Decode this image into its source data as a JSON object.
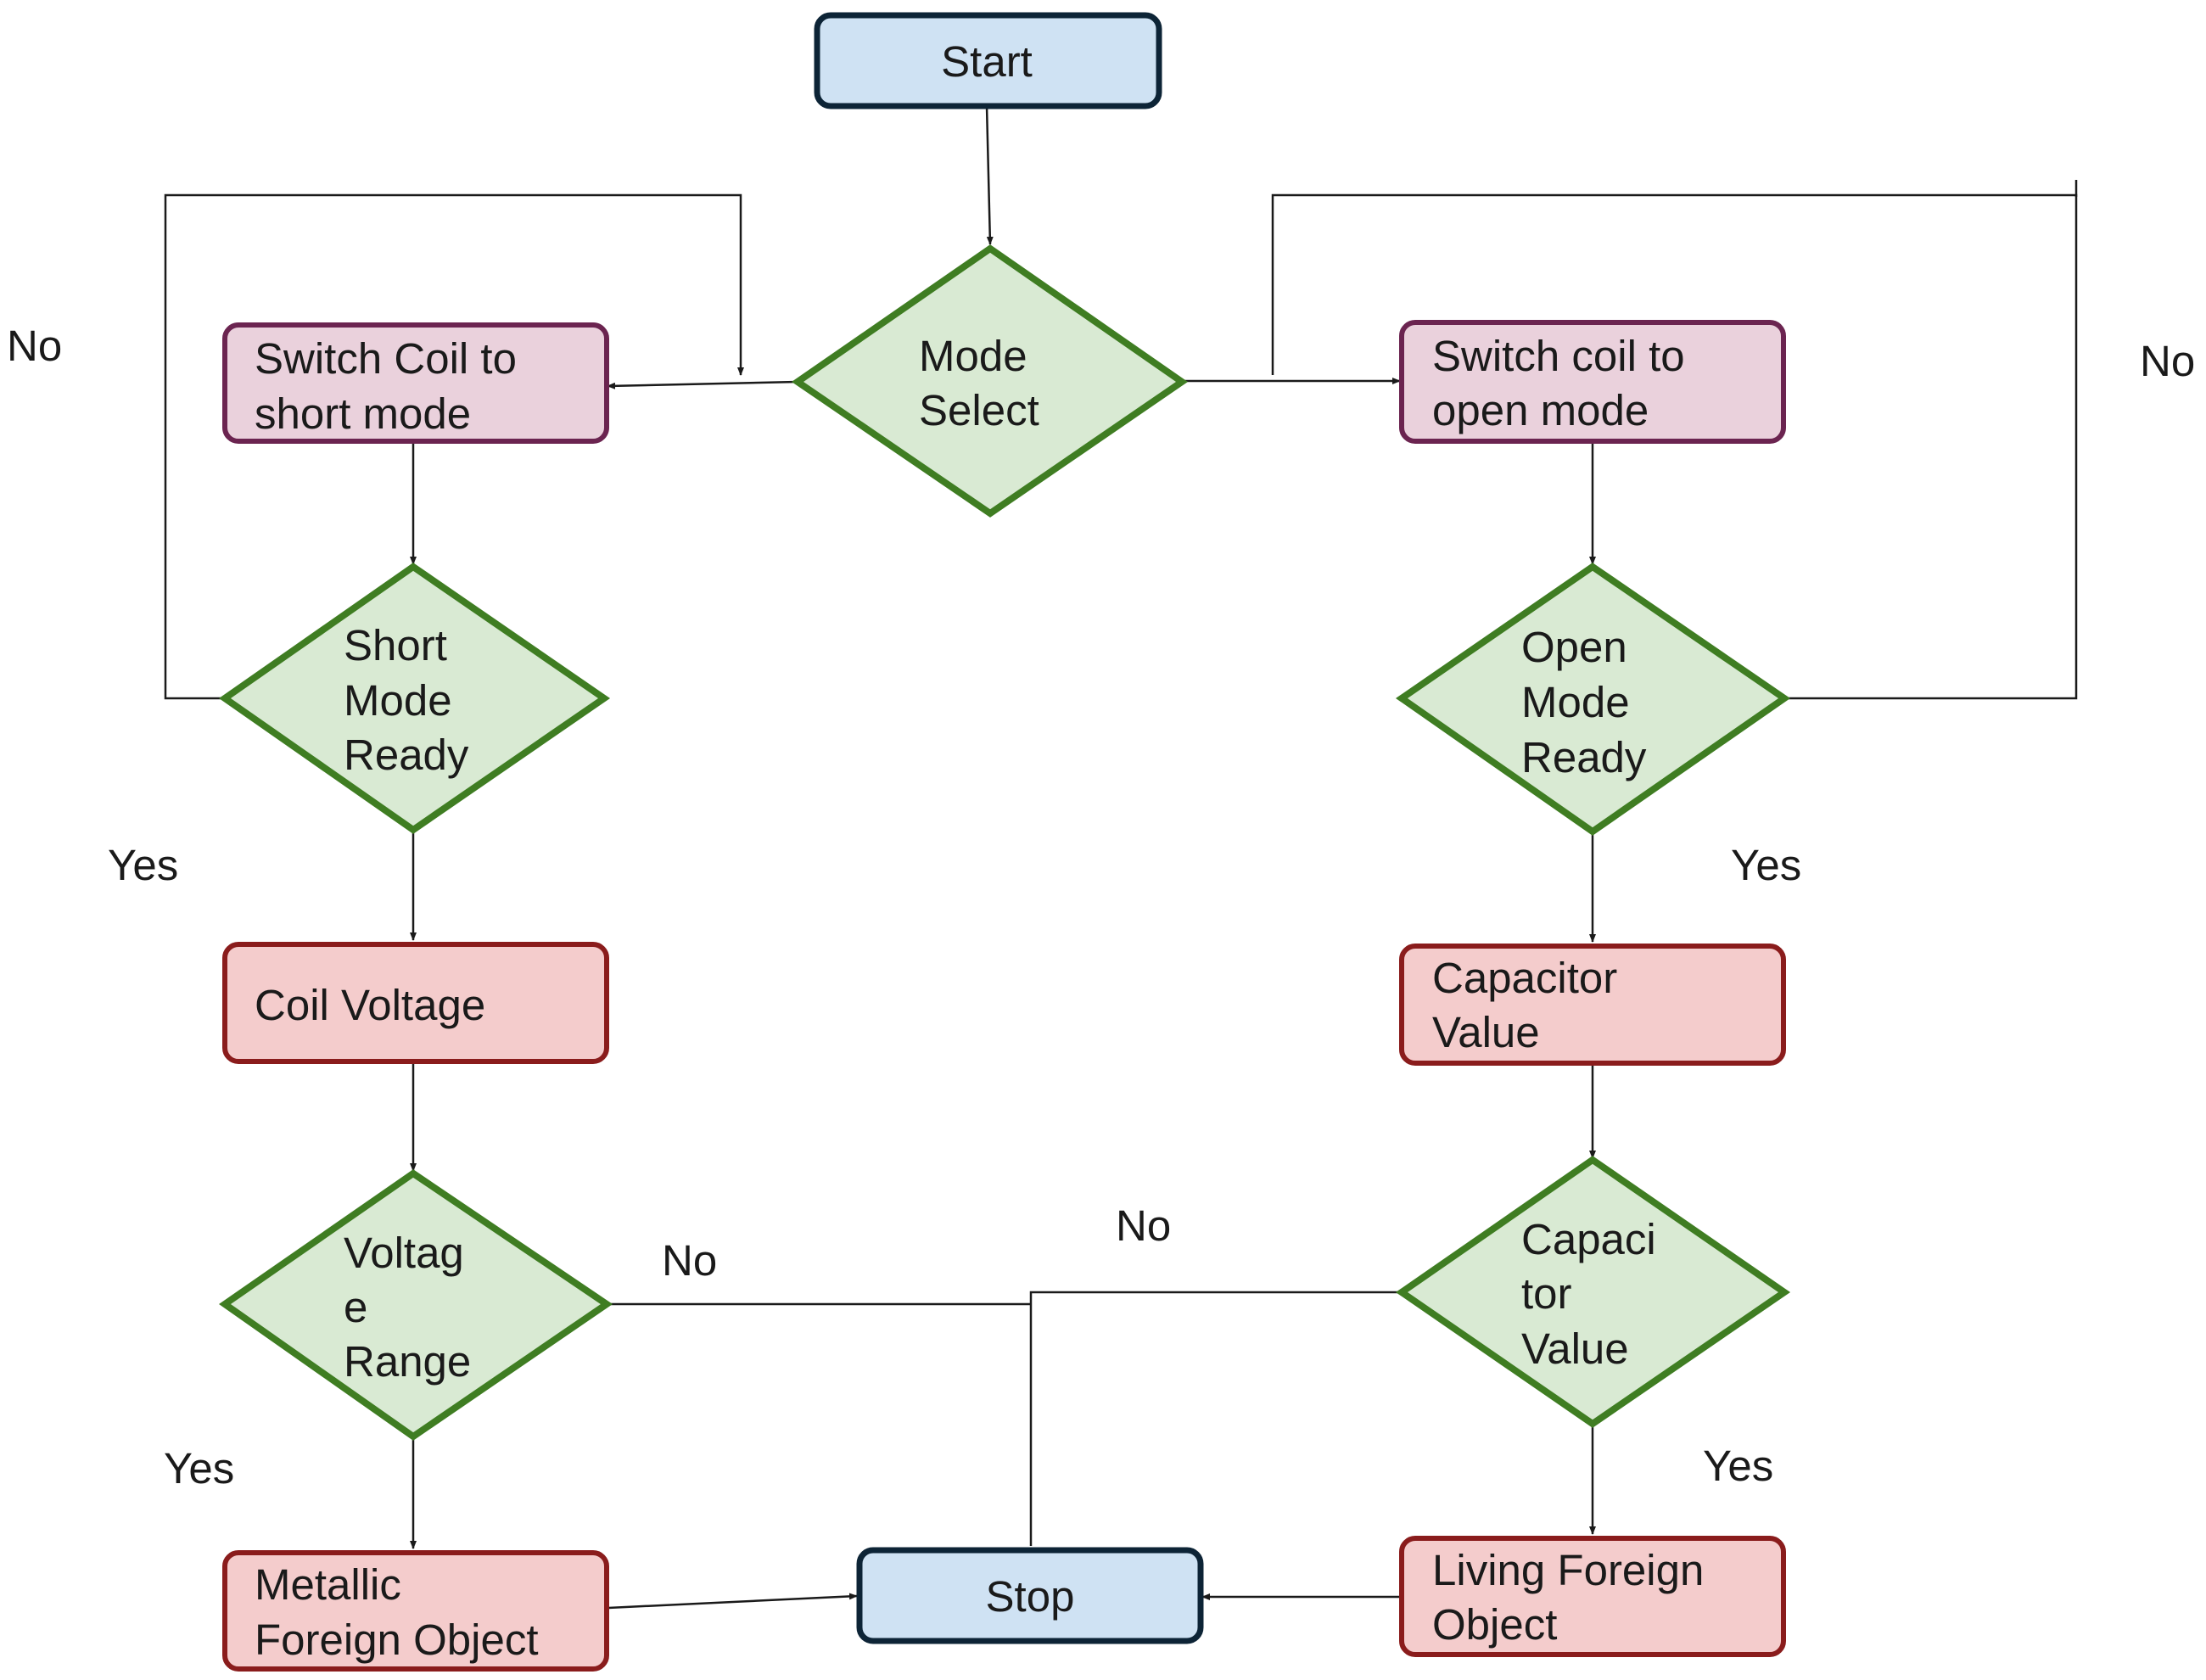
{
  "nodes": {
    "start": {
      "lines": [
        "Start"
      ],
      "fill": "#cfe2f3",
      "stroke": "#0d2436"
    },
    "mode_select": {
      "lines": [
        "Mode",
        "Select"
      ],
      "fill": "#d9ead3",
      "stroke": "#3f7d22"
    },
    "switch_short": {
      "lines": [
        "Switch Coil to",
        "short mode"
      ],
      "fill": "#ead1dc",
      "stroke": "#6b2450"
    },
    "switch_open": {
      "lines": [
        "Switch coil to",
        "open mode"
      ],
      "fill": "#ead1dc",
      "stroke": "#6b2450"
    },
    "short_ready": {
      "lines": [
        "Short",
        "Mode",
        "Ready"
      ],
      "fill": "#d9ead3",
      "stroke": "#3f7d22"
    },
    "open_ready": {
      "lines": [
        "Open",
        "Mode",
        "Ready"
      ],
      "fill": "#d9ead3",
      "stroke": "#3f7d22"
    },
    "coil_voltage": {
      "lines": [
        "Coil Voltage"
      ],
      "fill": "#f4cccc",
      "stroke": "#8a1c1c"
    },
    "capacitor_value_box": {
      "lines": [
        "Capacitor",
        "Value"
      ],
      "fill": "#f4cccc",
      "stroke": "#8a1c1c"
    },
    "voltage_range": {
      "lines": [
        "Voltag",
        "e",
        "Range"
      ],
      "fill": "#d9ead3",
      "stroke": "#3f7d22"
    },
    "capacitor_value_decision": {
      "lines": [
        "Capaci",
        "tor",
        "Value"
      ],
      "fill": "#d9ead3",
      "stroke": "#3f7d22"
    },
    "metallic_object": {
      "lines": [
        "Metallic",
        "Foreign Object"
      ],
      "fill": "#f4cccc",
      "stroke": "#8a1c1c"
    },
    "stop": {
      "lines": [
        "Stop"
      ],
      "fill": "#cfe2f3",
      "stroke": "#0d2436"
    },
    "living_object": {
      "lines": [
        "Living Foreign",
        "Object"
      ],
      "fill": "#f4cccc",
      "stroke": "#8a1c1c"
    }
  },
  "edge_labels": {
    "short_no": "No",
    "open_no": "No",
    "short_yes": "Yes",
    "open_yes": "Yes",
    "voltage_no": "No",
    "capacitor_no": "No",
    "voltage_yes": "Yes",
    "capacitor_yes": "Yes"
  }
}
